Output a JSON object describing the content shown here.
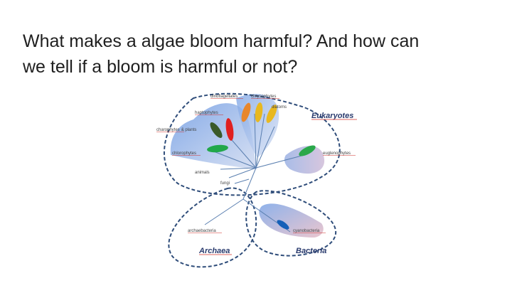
{
  "slide": {
    "title_lines": [
      "What makes a algae bloom harmful? And how can",
      "we tell if a bloom is harmful or not?"
    ]
  },
  "diagram": {
    "labels": {
      "dinoflagellates": "dinoflagellates",
      "chrysophytes": "chrysophytes",
      "diatoms": "diatoms",
      "haptophytes": "haptophytes",
      "charophytes": "charophytes",
      "charophytes_suffix": "& plants",
      "chlorophytes": "chlorophytes",
      "euglenophytes": "euglenophytes",
      "animals": "animals",
      "fungi": "fungi",
      "archaebacteria": "archaebacteria",
      "cyanobacteria": "cyanobacteria"
    },
    "domains": {
      "eukaryotes": "Eukaryotes",
      "archaea": "Archaea",
      "bacteria": "Bacteria"
    },
    "colors": {
      "dashed_outline": "#2f4d7a",
      "branch": "#5a7fb0",
      "dinoflagellates": "#e8862a",
      "chrysophytes": "#e8b820",
      "haptophytes": "#e02020",
      "charophytes": "#3a5a2a",
      "chlorophytes": "#21a84a",
      "euglenophytes": "#2aa84a",
      "cyanobacteria": "#1560b8",
      "label_underline": "#d0302a"
    }
  }
}
